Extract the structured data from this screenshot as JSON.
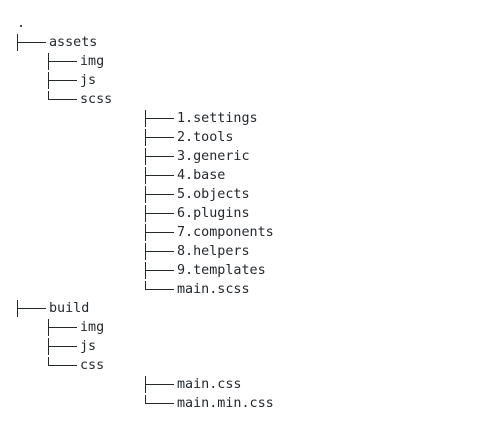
{
  "tree": {
    "root": ".",
    "assets": {
      "name": "assets",
      "children": {
        "img": "img",
        "js": "js",
        "scss": {
          "name": "scss",
          "children": [
            "1.settings",
            "2.tools",
            "3.generic",
            "4.base",
            "5.objects",
            "6.plugins",
            "7.components",
            "8.helpers",
            "9.templates",
            "main.scss"
          ]
        }
      }
    },
    "build": {
      "name": "build",
      "children": {
        "img": "img",
        "js": "js",
        "css": {
          "name": "css",
          "children": [
            "main.css",
            "main.min.css"
          ]
        }
      }
    }
  }
}
